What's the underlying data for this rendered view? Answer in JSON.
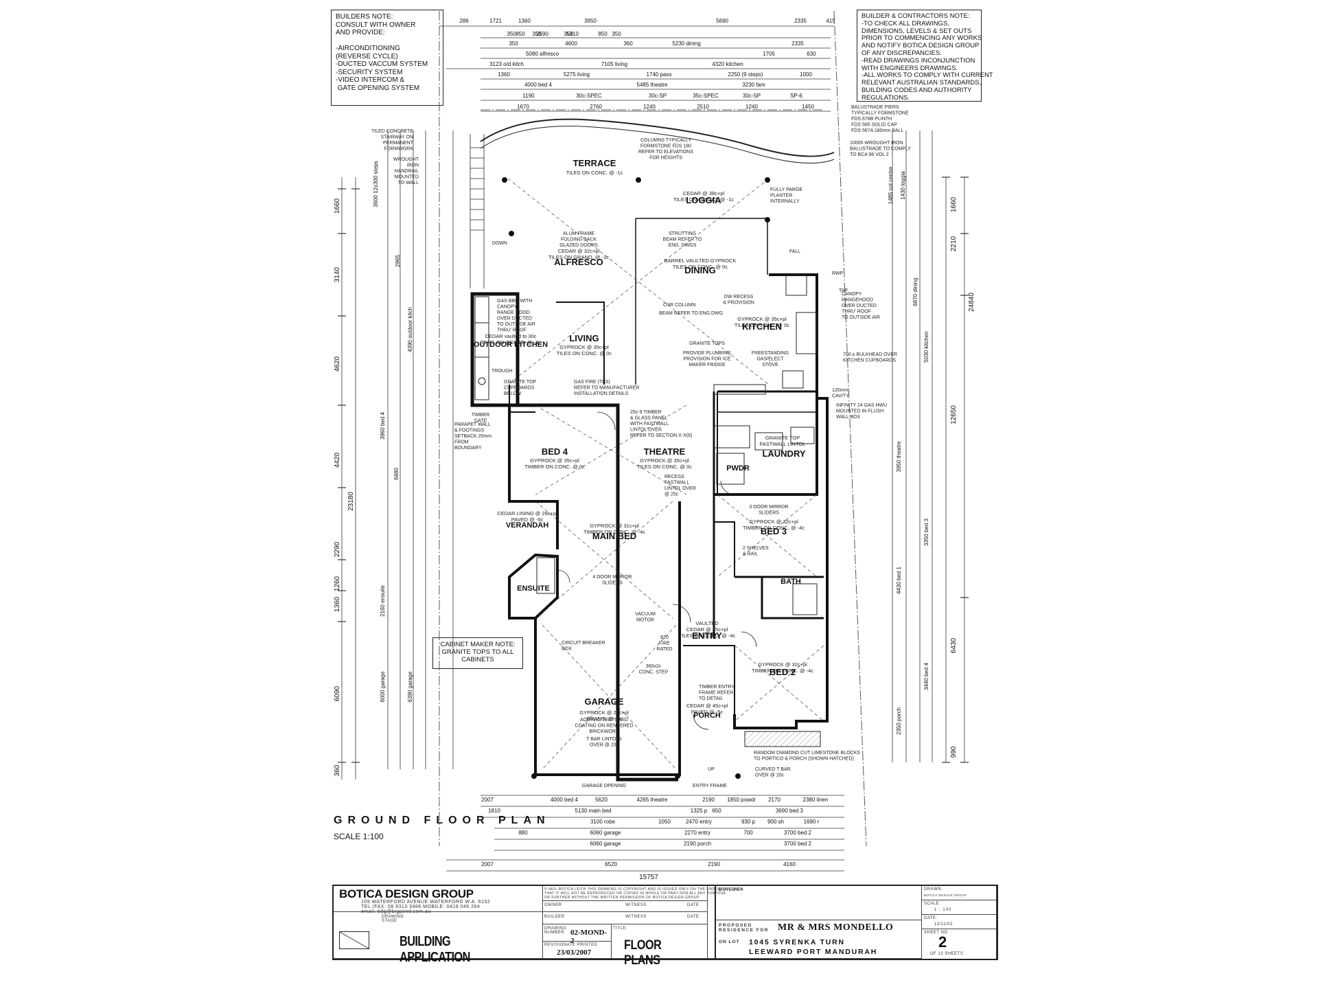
{
  "notes": {
    "builders_note": "BUILDERS NOTE:\nCONSULT WITH OWNER\nAND PROVIDE:\n\n-AIRCONDITIONING\n(REVERSE CYCLE)\n-DUCTED VACCUM SYSTEM\n-SECURITY SYSTEM\n-VIDEO INTERCOM &\n GATE OPENING SYSTEM",
    "contractors_note": "BUILDER & CONTRACTORS NOTE:\n-TO CHECK ALL DRAWINGS,\nDIMENSIONS, LEVELS & SET OUTS\nPRIOR TO COMMENCING ANY WORKS\nAND NOTIFY BOTICA DESIGN GROUP\nOF ANY DISCREPANCIES.\n-READ DRAWINGS INCONJUNCTION\nWITH ENGINEERS DRAWINGS.\n-ALL WORKS TO COMPLY WITH CURRENT\nRELEVANT AUSTRALIAN STANDARDS,\nBUILDING CODES AND AUTHORITY\nREGULATIONS.",
    "cabinet_note": "CABINET MAKER NOTE:\nGRANITE TOPS TO ALL\nCABINETS"
  },
  "plan": {
    "title": "GROUND FLOOR PLAN",
    "scale": "SCALE 1:100",
    "rooms": [
      {
        "name": "TERRACE",
        "spec": "TILES ON CONC. @ -1c"
      },
      {
        "name": "LOGGIA",
        "spec": "CEDAR @ 38c+pl\nTILES ON GRANO. @ -1c"
      },
      {
        "name": "ALFRESCO",
        "spec": "CEDAR @ 32c+pl\nTILES ON GRANO. @ -1c"
      },
      {
        "name": "DINING",
        "spec": "BARREL VAULTED GYPROCK\nTILES ON CONC. @ 0c"
      },
      {
        "name": "LIVING",
        "spec": "GYPROCK @ 35c+pl\nTILES ON CONC. @ 0c"
      },
      {
        "name": "OUTDOOR KITCHEN",
        "spec": "CEDAR vaulted to 30c\nTILES ON GRANO. @ -1c"
      },
      {
        "name": "KITCHEN",
        "spec": "GYPROCK @ 35c+pl\nTILES ON CONC. @ 0c"
      },
      {
        "name": "BED 4",
        "spec": "GYPROCK @ 35c+pl\nTIMBER ON CONC. @ 0c"
      },
      {
        "name": "THEATRE",
        "spec": "GYPROCK @ 35c+pl\nTILES ON CONC. @ 0c"
      },
      {
        "name": "LAUNDRY",
        "spec": "GRANITE TOP\nFASTWALL LINTOL"
      },
      {
        "name": "PWDR",
        "spec": ""
      },
      {
        "name": "VERANDAH",
        "spec": "CEDAR LINING @ 28c+pl\nPAVED @ -5c"
      },
      {
        "name": "MAIN BED",
        "spec": "GYPROCK @ 31c+pl\nTIMBER ON CONC. @ -4c"
      },
      {
        "name": "BED 3",
        "spec": "GYPROCK @ 32c+pl\nTIMBER ON CONC. @ -4c"
      },
      {
        "name": "ENSUITE",
        "spec": ""
      },
      {
        "name": "BATH",
        "spec": ""
      },
      {
        "name": "ENTRY",
        "spec": "VAULTED\nCEDAR @ 45c+pl\nTILES ON CONC. @ -4c"
      },
      {
        "name": "BED 2",
        "spec": "GYPROCK @ 32c+pl\nTIMBER ON CONC. @ -4c"
      },
      {
        "name": "GARAGE",
        "spec": "GYPROCK @ 28c+pl\nGRANO. @ -7c"
      },
      {
        "name": "PORCH",
        "spec": "CEDAR @ 45c+pl\nPAVED @ -5c"
      }
    ],
    "annotations": {
      "tiled_stair": "TILED CONCRETE\nSTAIRWAY ON\nPERMANENT\nFORMWORK",
      "handrail": "WROUGHT\nIRON\nHANDRAIL\nMOUNTED\nTO WALL",
      "columns_top": "COLUMNS TYPICALLY\nFORMSTONE FDS 180\nREFER TO ELEVATIONS\nFOR HEIGHTS",
      "balustrade": "BALUSTRADE PIERS\nTYPICALLY FORMSTONE\nFDS 678B PLINTH\nFDS 565 SOLID CAP\nFDS 567A 180mm BALL",
      "wrought_bal": "1000h WROUGHT IRON\nBALUSTRADE TO COMPLY\nTO BCA 96 VOL 2",
      "planter": "FULLY PARGE\nPLANTER\nINTERNALLY",
      "alum_doors": "ALUM FRAME\nFOLDING BACK\nGLAZED DOORS",
      "strutting": "STRUTTING\nBEAM REFER TO\nENG. DWGS",
      "cnr_column": "CNR COLUMN",
      "beam_ref": "BEAM REFER TO ENG.DWG",
      "dw_recess": "DW RECESS\n& PROVISION",
      "canopy_bbq": "GAS BBQ WITH\nCANOPY\nRANGE HOOD\nOVER DUCTED\nTO OUTSIDE AIR\nTHRU' ROOF",
      "canopy_kitchen": "CANOPY\nRANGEHOOD\nOVER DUCTED\nTHRU' ROOF\nTO OUTSIDE AIR",
      "trough": "TROUGH",
      "granite_cup": "GRANITE TOP\nCUPBOARDS\nBELOW",
      "gas_fire": "GAS FIRE (TBS)\nREFER TO MANUFACTURER\nINSTALLATION DETAILS",
      "granite_tops": "GRANITE TOPS",
      "plumbing": "PROVIDE PLUMBING\nPROVISION FOR ICE\nMAKER FRIDGE",
      "stove": "FREESTANDING\nGAS/ELECT\nSTOVE",
      "bulkhead": "700 ≥ BULKHEAD OVER\nKITCHEN CUPBOARDS",
      "cavity": "120mm\nCAVITY",
      "hwu": "INFINITY 24 GAS HWU\nMOUNTED IN FLUSH\nWALL BOX",
      "timber_gate": "TIMBER\nGATE",
      "parapet": "PARAPET WALL\n& FOOTINGS\nSETBACK 20mm\nFROM\nBOUNDARY",
      "panel": "25c-9 TIMBER\n& GLASS PANEL\nWITH FASTWALL\nLINTOL OVER\nREFER TO SECTION X-X(6)",
      "recess": "RECESS\nFASTWALL\nLINTOL OVER\n@ 25c",
      "mirror_sliders": "3 DOOR MIRROR\nSLIDERS",
      "shelves": "2 SHELVES\n& RAIL",
      "robe_sliders": "4 DOOR MIRROR\nSLIDERS",
      "circuit": "CIRCUIT BREAKER\nBOX",
      "fire_rated": "820\nFIRE\nRATED",
      "conc_step": "360x2c\nCONC. STEP",
      "timber_frame": "TIMBER ENTRY\nFRAME REFER\nTO DETAIL",
      "acrylic": "ACRYLIC TEXTURED\nCOATING ON RENDERED\nBRICKWORK",
      "t_bar_lintols": "T BAR LINTOLS\nOVER @ 20c",
      "random_diamond": "RANDOM DIAMOND CUT LIMESTONE BLOCKS\nTO PORTICO & PORCH (SHOWN HATCHED)",
      "curved_tbar": "CURVED T BAR\nOVER @ 20c",
      "garage_opening": "GARAGE OPENING",
      "entry_frame": "ENTRY FRAME",
      "down": "DOWN",
      "up": "UP",
      "tap": "TAP",
      "rwp": "RWP",
      "fall": "FALL",
      "vacuum": "VACUUM\nMOTOR"
    },
    "dims_top": {
      "row1": [
        "286",
        "1721",
        "1360",
        "3950",
        "5690",
        "2335",
        "415"
      ],
      "row2": [
        "5310",
        "350",
        "850",
        "350",
        "2590",
        "350",
        "850",
        "350"
      ],
      "row3": [
        "350",
        "4600",
        "360",
        "5230 dining",
        "2335"
      ],
      "row4": [
        "5080 alfresco",
        "1705",
        "630"
      ],
      "row5": [
        "3123 o/d kitch",
        "7105 living",
        "4320 kitchen"
      ],
      "row6": [
        "1360",
        "5275 living",
        "1740 pass",
        "2250 (9 steps)",
        "1000"
      ],
      "row7": [
        "4000 bed 4",
        "5485 theatre",
        "3230 fam"
      ],
      "row8": [
        "1190",
        "30c-SPEC",
        "30c-SP",
        "35c-SPEC",
        "30c-SP",
        "SP-6"
      ],
      "row9": [
        "1670",
        "2760",
        "1240",
        "2510",
        "1240",
        "1450"
      ]
    },
    "dims_bottom": {
      "row1": [
        "2007",
        "4000 bed 4",
        "5620",
        "4265 theatre",
        "2190",
        "1850 powdr",
        "2170",
        "2380 linen"
      ],
      "row2": [
        "1810",
        "5130 main bed",
        "1325 p",
        "650",
        "3690 bed 3"
      ],
      "row3": [
        "3100 robe",
        "1050",
        "2470 entry",
        "930 p",
        "900 sh",
        "1690 r"
      ],
      "row4": [
        "880",
        "6060 garage",
        "2270 entry",
        "700",
        "3700 bed 2"
      ],
      "row5": [
        "6060 garage",
        "2190 porch",
        "3700 bed 2"
      ],
      "row6": [
        "2007",
        "6520",
        "2190",
        "4160"
      ],
      "total": "15757"
    },
    "dims_left": [
      "1660",
      "3140",
      "4620",
      "23180",
      "4420",
      "2290",
      "1260",
      "1360",
      "6090",
      "360"
    ],
    "dims_left_inner": [
      "3600 12x300 steps",
      "2965",
      "4390 outdoor kitch",
      "3960 bed 4",
      "6480",
      "2160 ensuite",
      "6000 garage",
      "6390 garage"
    ],
    "dims_right": [
      "1660",
      "2210",
      "12650",
      "24840",
      "6430",
      "990"
    ],
    "dims_right_inner": [
      "1485 col centre",
      "1430 loggia",
      "6870 dining",
      "5030 kitchen",
      "3950 theatre",
      "3350 bed 3",
      "4430 bed 1",
      "3440 bed 4",
      "2350 porch"
    ]
  },
  "title_block": {
    "company": "BOTICA DESIGN GROUP",
    "address": "109 WATERFORD AVENUE WATERFORD W.A. 6152",
    "phone": "Tel./Fax: 08 9313 3486  Mobile: 0419 046 264",
    "email": "email: bdg@bigpond.com.au",
    "copyright": "© NEIL BOTICA Leith THIS DRAWING IS COPYRIGHT AND IS ISSUED ONLY ON THE UNDERSTANDING\nTHAT IT WILL NOT BE REPRODUCED OR COPIED IN WHOLE OR PART NOR ALL ANY PURPOSE\nOR FURTHER WITHOUT THE WRITTEN PERMISSION OF BOTICA DESIGN GROUP",
    "owner_label": "OWNER",
    "witness_label": "WITNESS",
    "date_label": "DATE",
    "builder_label": "BUILDER",
    "drawing_stage_label": "DRAWING\nSTAGE",
    "drawing_stage": "BUILDING APPLICATION",
    "drawing_number_label": "DRAWING\nNUMBER",
    "drawing_number": "02-MOND- 2",
    "revisionate_label": "REVISIONATE PRINTED",
    "printed_date": "23/03/2007",
    "title_label": "TITLE:",
    "title": "FLOOR PLANS",
    "builder_header": "BUILDER",
    "proposed_label": "PROPOSED\nRESIDENCE FOR",
    "client": "MR & MRS MONDELLO",
    "lot_label": "ON LOT",
    "address_site": "1045  SYRENKA  TURN",
    "address_site2": "LEEWARD  PORT  MANDURAH",
    "drawn_label": "DRAWN:",
    "drawn": "BOTICA DESIGN GROUP",
    "scale_label": "SCALE:",
    "scale": "1 : 100",
    "date_block_label": "DATE:",
    "date": "12/11/02",
    "sheet_label": "SHEET No",
    "sheet": "2",
    "sheet_of": "OF 13 SHEETS"
  }
}
